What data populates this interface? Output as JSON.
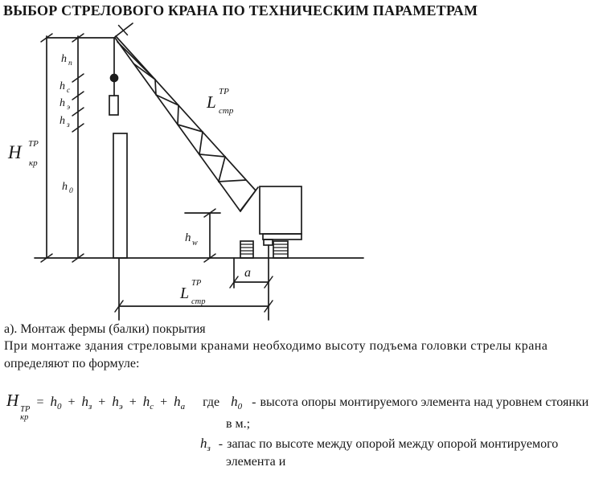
{
  "title": "ВЫБОР СТРЕЛОВОГО КРАНА ПО ТЕХНИЧЕСКИМ ПАРАМЕТРАМ",
  "colors": {
    "ink": "#1c1c1c",
    "background": "#ffffff"
  },
  "diagram": {
    "crane_height_label": {
      "base": "H",
      "sup": "ТР",
      "sub": "кр"
    },
    "boom_length_label": {
      "base": "L",
      "sup": "ТР",
      "sub": "стр"
    },
    "boom_length_dim_label": {
      "base": "L",
      "sup": "ТР",
      "sub": "стр"
    },
    "height_segments": [
      {
        "base": "h",
        "sub": "п"
      },
      {
        "base": "h",
        "sub": "с"
      },
      {
        "base": "h",
        "sub": "э"
      },
      {
        "base": "h",
        "sub": "з"
      },
      {
        "base": "h",
        "sub": "0"
      }
    ],
    "hinge_height_label": {
      "base": "h",
      "sub": "w"
    },
    "offset_label": "a"
  },
  "section": {
    "item_label": "а). Монтаж фермы (балки) покрытия",
    "paragraph_line1": "При монтаже здания стреловыми кранами необходимо высоту подъема головки стрелы крана",
    "paragraph_line2": "определяют по формуле:"
  },
  "formula": {
    "lhs": {
      "base": "H",
      "sup": "ТР",
      "sub": "кр"
    },
    "equals": "=",
    "plus": "+",
    "terms": [
      {
        "base": "h",
        "sub": "0"
      },
      {
        "base": "h",
        "sub": "з"
      },
      {
        "base": "h",
        "sub": "э"
      },
      {
        "base": "h",
        "sub": "с"
      },
      {
        "base": "h",
        "sub": "а"
      }
    ],
    "where_word": "где",
    "definitions": [
      {
        "term": {
          "base": "h",
          "sub": "0"
        },
        "dash": "-",
        "text": "высота опоры монтируемого элемента над уровнем стоянки",
        "continuation": "в м.;"
      },
      {
        "term": {
          "base": "h",
          "sub": "з"
        },
        "dash": "-",
        "text": "запас по высоте между опорой между опорой монтируемого",
        "continuation": "элемента и"
      }
    ]
  }
}
